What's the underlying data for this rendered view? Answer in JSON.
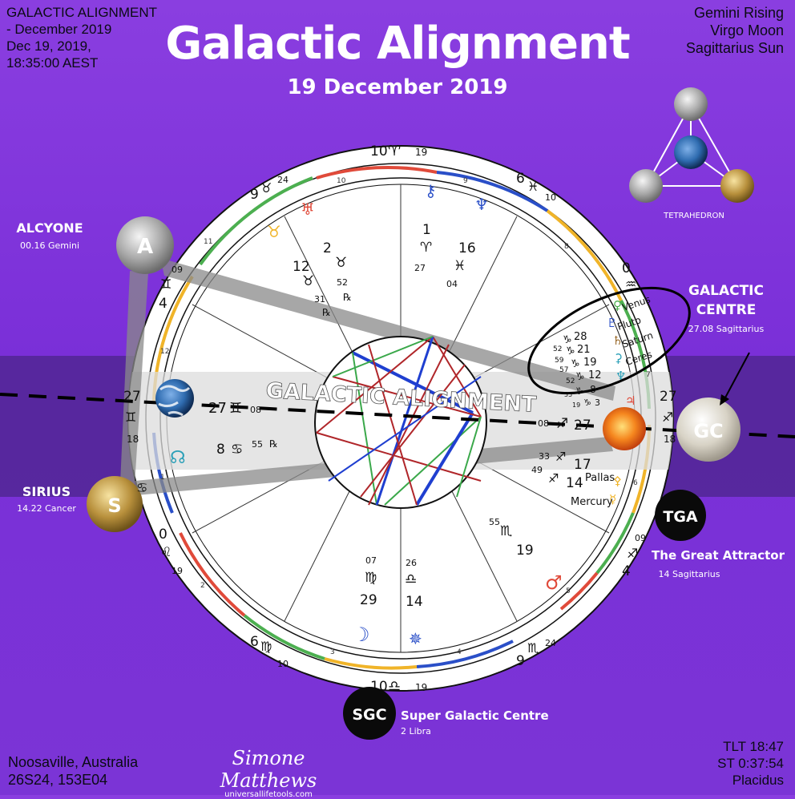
{
  "header": {
    "title": "Galactic Alignment",
    "subtitle": "19 December  2019"
  },
  "chart_info": {
    "lines": [
      "GALACTIC ALIGNMENT",
      "- December 2019",
      "Dec 19, 2019,",
      "18:35:00 AEST"
    ]
  },
  "signs_summary": {
    "lines": [
      "Gemini Rising",
      "Virgo Moon",
      "Sagittarius Sun"
    ]
  },
  "location": {
    "lines": [
      "Noosaville, Australia",
      "26S24, 153E04"
    ]
  },
  "time_info": {
    "lines": [
      "TLT 18:47",
      "ST 0:37:54",
      "Placidus"
    ]
  },
  "signature": {
    "name": "Simone Matthews",
    "site": "universallifetools.com"
  },
  "tetrahedron": {
    "label": "TETRAHEDRON"
  },
  "band_label": "GALACTIC ALIGNMENT",
  "stars": {
    "alcyone": {
      "badge": "A",
      "name": "ALCYONE",
      "position": "00.16  Gemini"
    },
    "sirius": {
      "badge": "S",
      "name": "SIRIUS",
      "position": "14.22  Cancer"
    },
    "gc": {
      "badge": "GC",
      "name_line1": "GALACTIC",
      "name_line2": "CENTRE",
      "position": "27.08 Sagittarius"
    },
    "tga": {
      "badge": "TGA",
      "name": "The Great Attractor",
      "position": "14 Sagittarius"
    },
    "sgc": {
      "badge": "SGC",
      "name": "Super Galactic Centre",
      "position": "2  Libra"
    }
  },
  "cusps": {
    "mc": {
      "deg": "10",
      "glyph": "♈",
      "min": "19"
    },
    "ic": {
      "deg": "10",
      "glyph": "♎",
      "min": "19"
    },
    "asc": {
      "deg": "27",
      "glyph": "♊",
      "min": "18"
    },
    "dsc": {
      "deg": "27",
      "glyph": "♐",
      "min": "18"
    },
    "c11": {
      "deg": "9",
      "glyph": "♉",
      "min": "24"
    },
    "c9": {
      "deg": "6",
      "glyph": "♓",
      "min": "10"
    },
    "c12": {
      "min": "09",
      "glyph": "♊",
      "deg": "4"
    },
    "c8": {
      "deg": "0",
      "glyph": "♒",
      "min": ""
    },
    "c2": {
      "deg": "0",
      "glyph": "♌",
      "min": "19"
    },
    "c6": {
      "min": "09",
      "glyph": "♐",
      "deg": "4"
    },
    "c3": {
      "deg": "6",
      "glyph": "♍",
      "min": "10"
    },
    "c5": {
      "deg": "9",
      "glyph": "♏",
      "min": "24"
    }
  },
  "house_numbers": [
    "1",
    "2",
    "3",
    "4",
    "5",
    "6",
    "7",
    "8",
    "9",
    "10",
    "11",
    "12"
  ],
  "planets": {
    "mars_label": "♂",
    "moon_label": "☽",
    "uranus_block": {
      "deg": "2",
      "glyph": "♉",
      "min": "52",
      "rx": "℞"
    },
    "uranus_deg2": {
      "deg": "12",
      "glyph": "♉",
      "min": "31",
      "rx": "℞"
    },
    "chiron_block": {
      "deg": "1",
      "glyph": "♈",
      "min": "27"
    },
    "neptune_block": {
      "deg": "16",
      "glyph": "♓",
      "min": "04"
    },
    "asc_planet": {
      "deg": "27",
      "glyph": "♊",
      "min": "08"
    },
    "node_block": {
      "deg": "8",
      "glyph": "♋",
      "min": "55",
      "rx": "℞"
    },
    "gc_planet": {
      "min": "08",
      "glyph": "♐",
      "deg": "27"
    },
    "sag_cluster": [
      {
        "min": "52",
        "glyph": "♑",
        "deg": "28"
      },
      {
        "min": "59",
        "glyph": "♑",
        "deg": "21"
      },
      {
        "min": "57",
        "glyph": "♑",
        "deg": "19"
      },
      {
        "min": "52",
        "glyph": "♑",
        "deg": "12"
      },
      {
        "min": "55",
        "glyph": "♑",
        "deg": "8"
      },
      {
        "min": "19",
        "glyph": "♑",
        "deg": "3"
      }
    ],
    "cluster_names": [
      "Venus",
      "Pluto",
      "Saturn",
      "Ceres"
    ],
    "pallas_block": {
      "min": "33",
      "glyph": "♐",
      "deg": "17",
      "name": "Pallas"
    },
    "mercury_block": {
      "min": "49",
      "glyph": "♐",
      "deg": "14",
      "name": "Mercury"
    },
    "scorpio_block": {
      "min": "55",
      "glyph": "♏",
      "deg": "19"
    },
    "virgo_block": {
      "min": "07",
      "glyph": "♍",
      "deg": "29"
    },
    "libra_block": {
      "min": "26",
      "glyph": "♎",
      "deg": "14"
    }
  },
  "colors": {
    "background": "#7a2fd8",
    "ring_fire": "#e04a3a",
    "ring_earth": "#4caf50",
    "ring_air": "#f0b429",
    "ring_water": "#2a4fc8",
    "aspect_red": "#b0262a",
    "aspect_blue": "#1f3fd0",
    "aspect_green": "#3aa84a"
  }
}
